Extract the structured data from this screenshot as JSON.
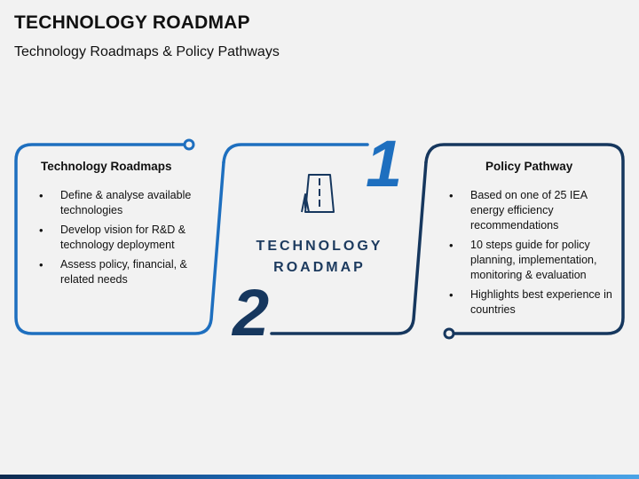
{
  "header": {
    "title": "TECHNOLOGY ROADMAP",
    "subtitle": "Technology Roadmaps & Policy Pathways"
  },
  "left_panel": {
    "heading": "Technology Roadmaps",
    "bullets": [
      "Define & analyse available technologies",
      "Develop vision for R&D & technology deployment",
      "Assess policy, financial, & related needs"
    ]
  },
  "center": {
    "line1": "TECHNOLOGY",
    "line2": "ROADMAP",
    "num_top": "1",
    "num_bottom": "2",
    "icon": "road-icon"
  },
  "right_panel": {
    "heading": "Policy Pathway",
    "bullets": [
      "Based on one of 25 IEA energy efficiency recommendations",
      "10 steps guide for policy planning, implementation, monitoring & evaluation",
      "Highlights best experience in countries"
    ]
  },
  "colors": {
    "accent_light": "#1e6fbf",
    "accent_dark": "#16375e",
    "background": "#f2f2f2"
  }
}
